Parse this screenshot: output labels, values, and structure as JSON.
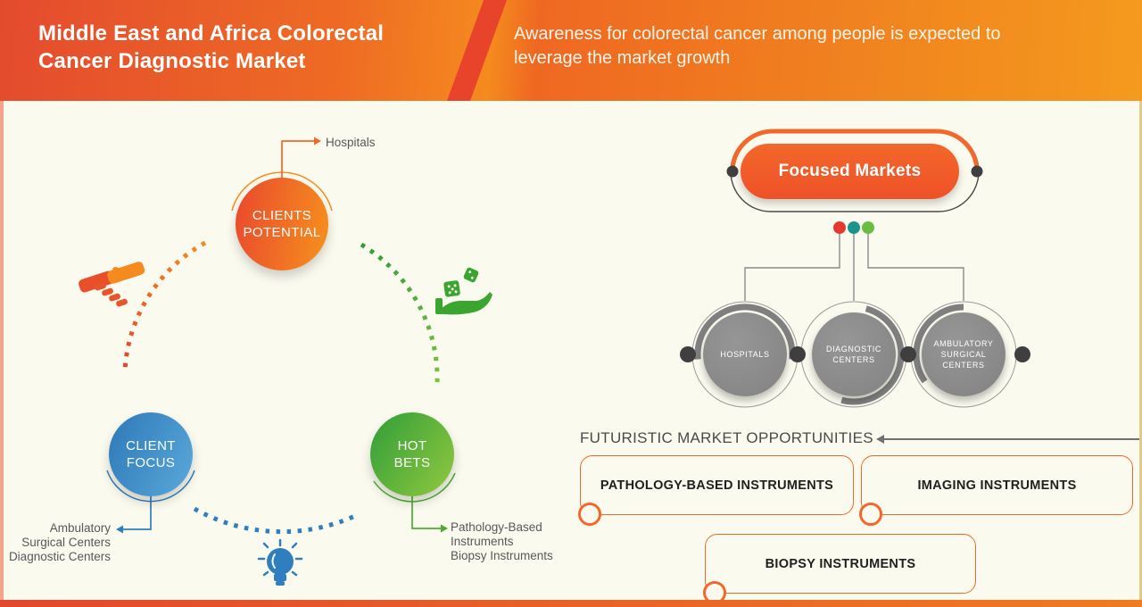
{
  "header": {
    "title": "Middle East and Africa Colorectal\nCancer Diagnostic Market",
    "subtitle": "Awareness for colorectal cancer among people is expected to\nleverage the market growth"
  },
  "strategy_wheel": {
    "nodes": [
      {
        "id": "clients-potential",
        "label": "CLIENTS\nPOTENTIAL",
        "target_label": "Hospitals",
        "color_start": "#e9482e",
        "color_end": "#f58a1e"
      },
      {
        "id": "client-focus",
        "label": "CLIENT\nFOCUS",
        "target_label": "Ambulatory\nSurgical Centers\nDiagnostic Centers",
        "color_start": "#2d79b8",
        "color_end": "#58a6d8"
      },
      {
        "id": "hot-bets",
        "label": "HOT\nBETS",
        "target_label": "Pathology-Based\nInstruments\nBiopsy Instruments",
        "color_start": "#2f9e38",
        "color_end": "#8dc63f"
      }
    ],
    "icons": [
      "handshake-icon",
      "dice-in-hand-icon",
      "lightbulb-icon"
    ]
  },
  "focused_markets": {
    "title": "Focused Markets",
    "accent": "#f2682a",
    "legend_dot_colors": [
      "#e5392f",
      "#1c9488",
      "#68bd45"
    ],
    "nodes": [
      {
        "label": "HOSPITALS"
      },
      {
        "label": "DIAGNOSTIC\nCENTERS"
      },
      {
        "label": "AMBULATORY\nSURGICAL\nCENTERS"
      }
    ]
  },
  "opportunities": {
    "heading": "FUTURISTIC MARKET OPPORTUNITIES",
    "items": [
      {
        "label": "PATHOLOGY-BASED INSTRUMENTS"
      },
      {
        "label": "IMAGING INSTRUMENTS"
      },
      {
        "label": "BIOPSY INSTRUMENTS"
      }
    ],
    "border_color": "#f2682a"
  },
  "colors": {
    "background": "#fbfaef",
    "header_gradient_left": "#e44b2e",
    "header_gradient_right": "#f49a1e",
    "header_stripe": "#e8432b",
    "bottom_bar_left": "#e2482c",
    "bottom_bar_right": "#f07b20",
    "left_edge": "#f5a48b",
    "right_edge": "#dcca8e",
    "connector_gray": "#8a8a8a",
    "dot_dark": "#3f3f3f"
  }
}
